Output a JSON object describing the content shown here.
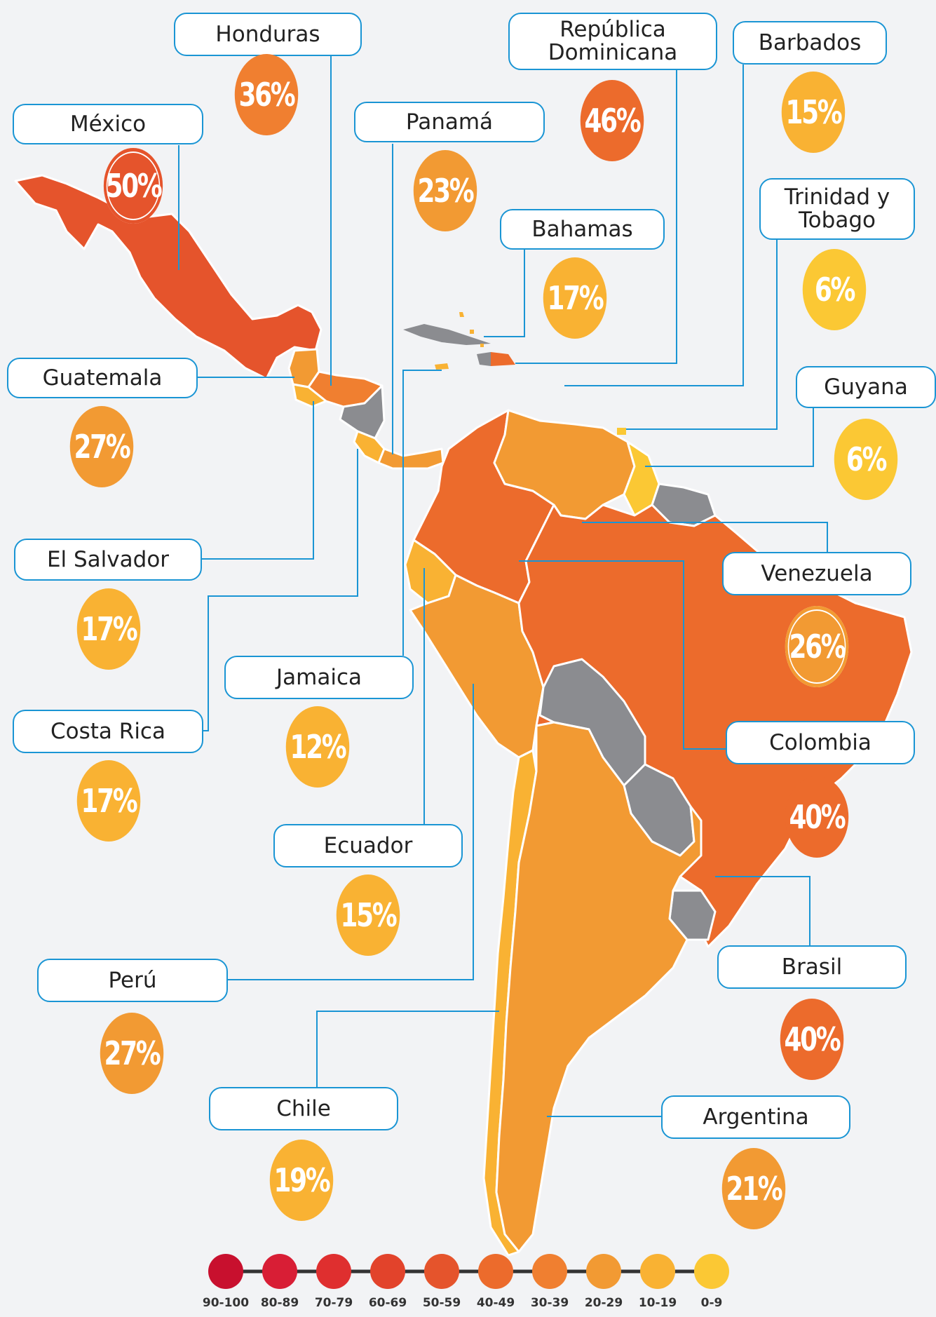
{
  "map": {
    "countries": [
      {
        "id": "mexico",
        "label": "México",
        "value": "50%",
        "color": "#e5542c"
      },
      {
        "id": "honduras",
        "label": "Honduras",
        "value": "36%",
        "color": "#f07f30"
      },
      {
        "id": "dominicana",
        "label": "República\nDominicana",
        "value": "46%",
        "color": "#ec6b2c"
      },
      {
        "id": "barbados",
        "label": "Barbados",
        "value": "15%",
        "color": "#f9b233"
      },
      {
        "id": "panama",
        "label": "Panamá",
        "value": "23%",
        "color": "#f29a33"
      },
      {
        "id": "bahamas",
        "label": "Bahamas",
        "value": "17%",
        "color": "#f9b233"
      },
      {
        "id": "trinidad",
        "label": "Trinidad y\nTobago",
        "value": "6%",
        "color": "#fbc834"
      },
      {
        "id": "guatemala",
        "label": "Guatemala",
        "value": "27%",
        "color": "#f29a33"
      },
      {
        "id": "guyana",
        "label": "Guyana",
        "value": "6%",
        "color": "#fbc834"
      },
      {
        "id": "elsalvador",
        "label": "El Salvador",
        "value": "17%",
        "color": "#f9b233"
      },
      {
        "id": "venezuela",
        "label": "Venezuela",
        "value": "26%",
        "color": "#f29a33"
      },
      {
        "id": "jamaica",
        "label": "Jamaica",
        "value": "12%",
        "color": "#f9b233"
      },
      {
        "id": "costarica",
        "label": "Costa Rica",
        "value": "17%",
        "color": "#f9b233"
      },
      {
        "id": "colombia",
        "label": "Colombia",
        "value": "40%",
        "color": "#ec6b2c"
      },
      {
        "id": "ecuador",
        "label": "Ecuador",
        "value": "15%",
        "color": "#f9b233"
      },
      {
        "id": "peru",
        "label": "Perú",
        "value": "27%",
        "color": "#f29a33"
      },
      {
        "id": "brasil",
        "label": "Brasil",
        "value": "40%",
        "color": "#ec6b2c"
      },
      {
        "id": "chile",
        "label": "Chile",
        "value": "19%",
        "color": "#f9b233"
      },
      {
        "id": "argentina",
        "label": "Argentina",
        "value": "21%",
        "color": "#f29a33"
      }
    ]
  },
  "legend": {
    "items": [
      {
        "label": "90-100",
        "color": "#c8102e"
      },
      {
        "label": "80-89",
        "color": "#d81e35"
      },
      {
        "label": "70-79",
        "color": "#df2f2f"
      },
      {
        "label": "60-69",
        "color": "#e2432b"
      },
      {
        "label": "50-59",
        "color": "#e5542c"
      },
      {
        "label": "40-49",
        "color": "#ec6b2c"
      },
      {
        "label": "30-39",
        "color": "#f07f30"
      },
      {
        "label": "20-29",
        "color": "#f29a33"
      },
      {
        "label": "10-19",
        "color": "#f9b233"
      },
      {
        "label": "0-9",
        "color": "#fbc834"
      }
    ]
  },
  "colors": {
    "leader_line": "#1a95d4",
    "no_data": "#8b8c90",
    "background": "#f2f3f5"
  }
}
